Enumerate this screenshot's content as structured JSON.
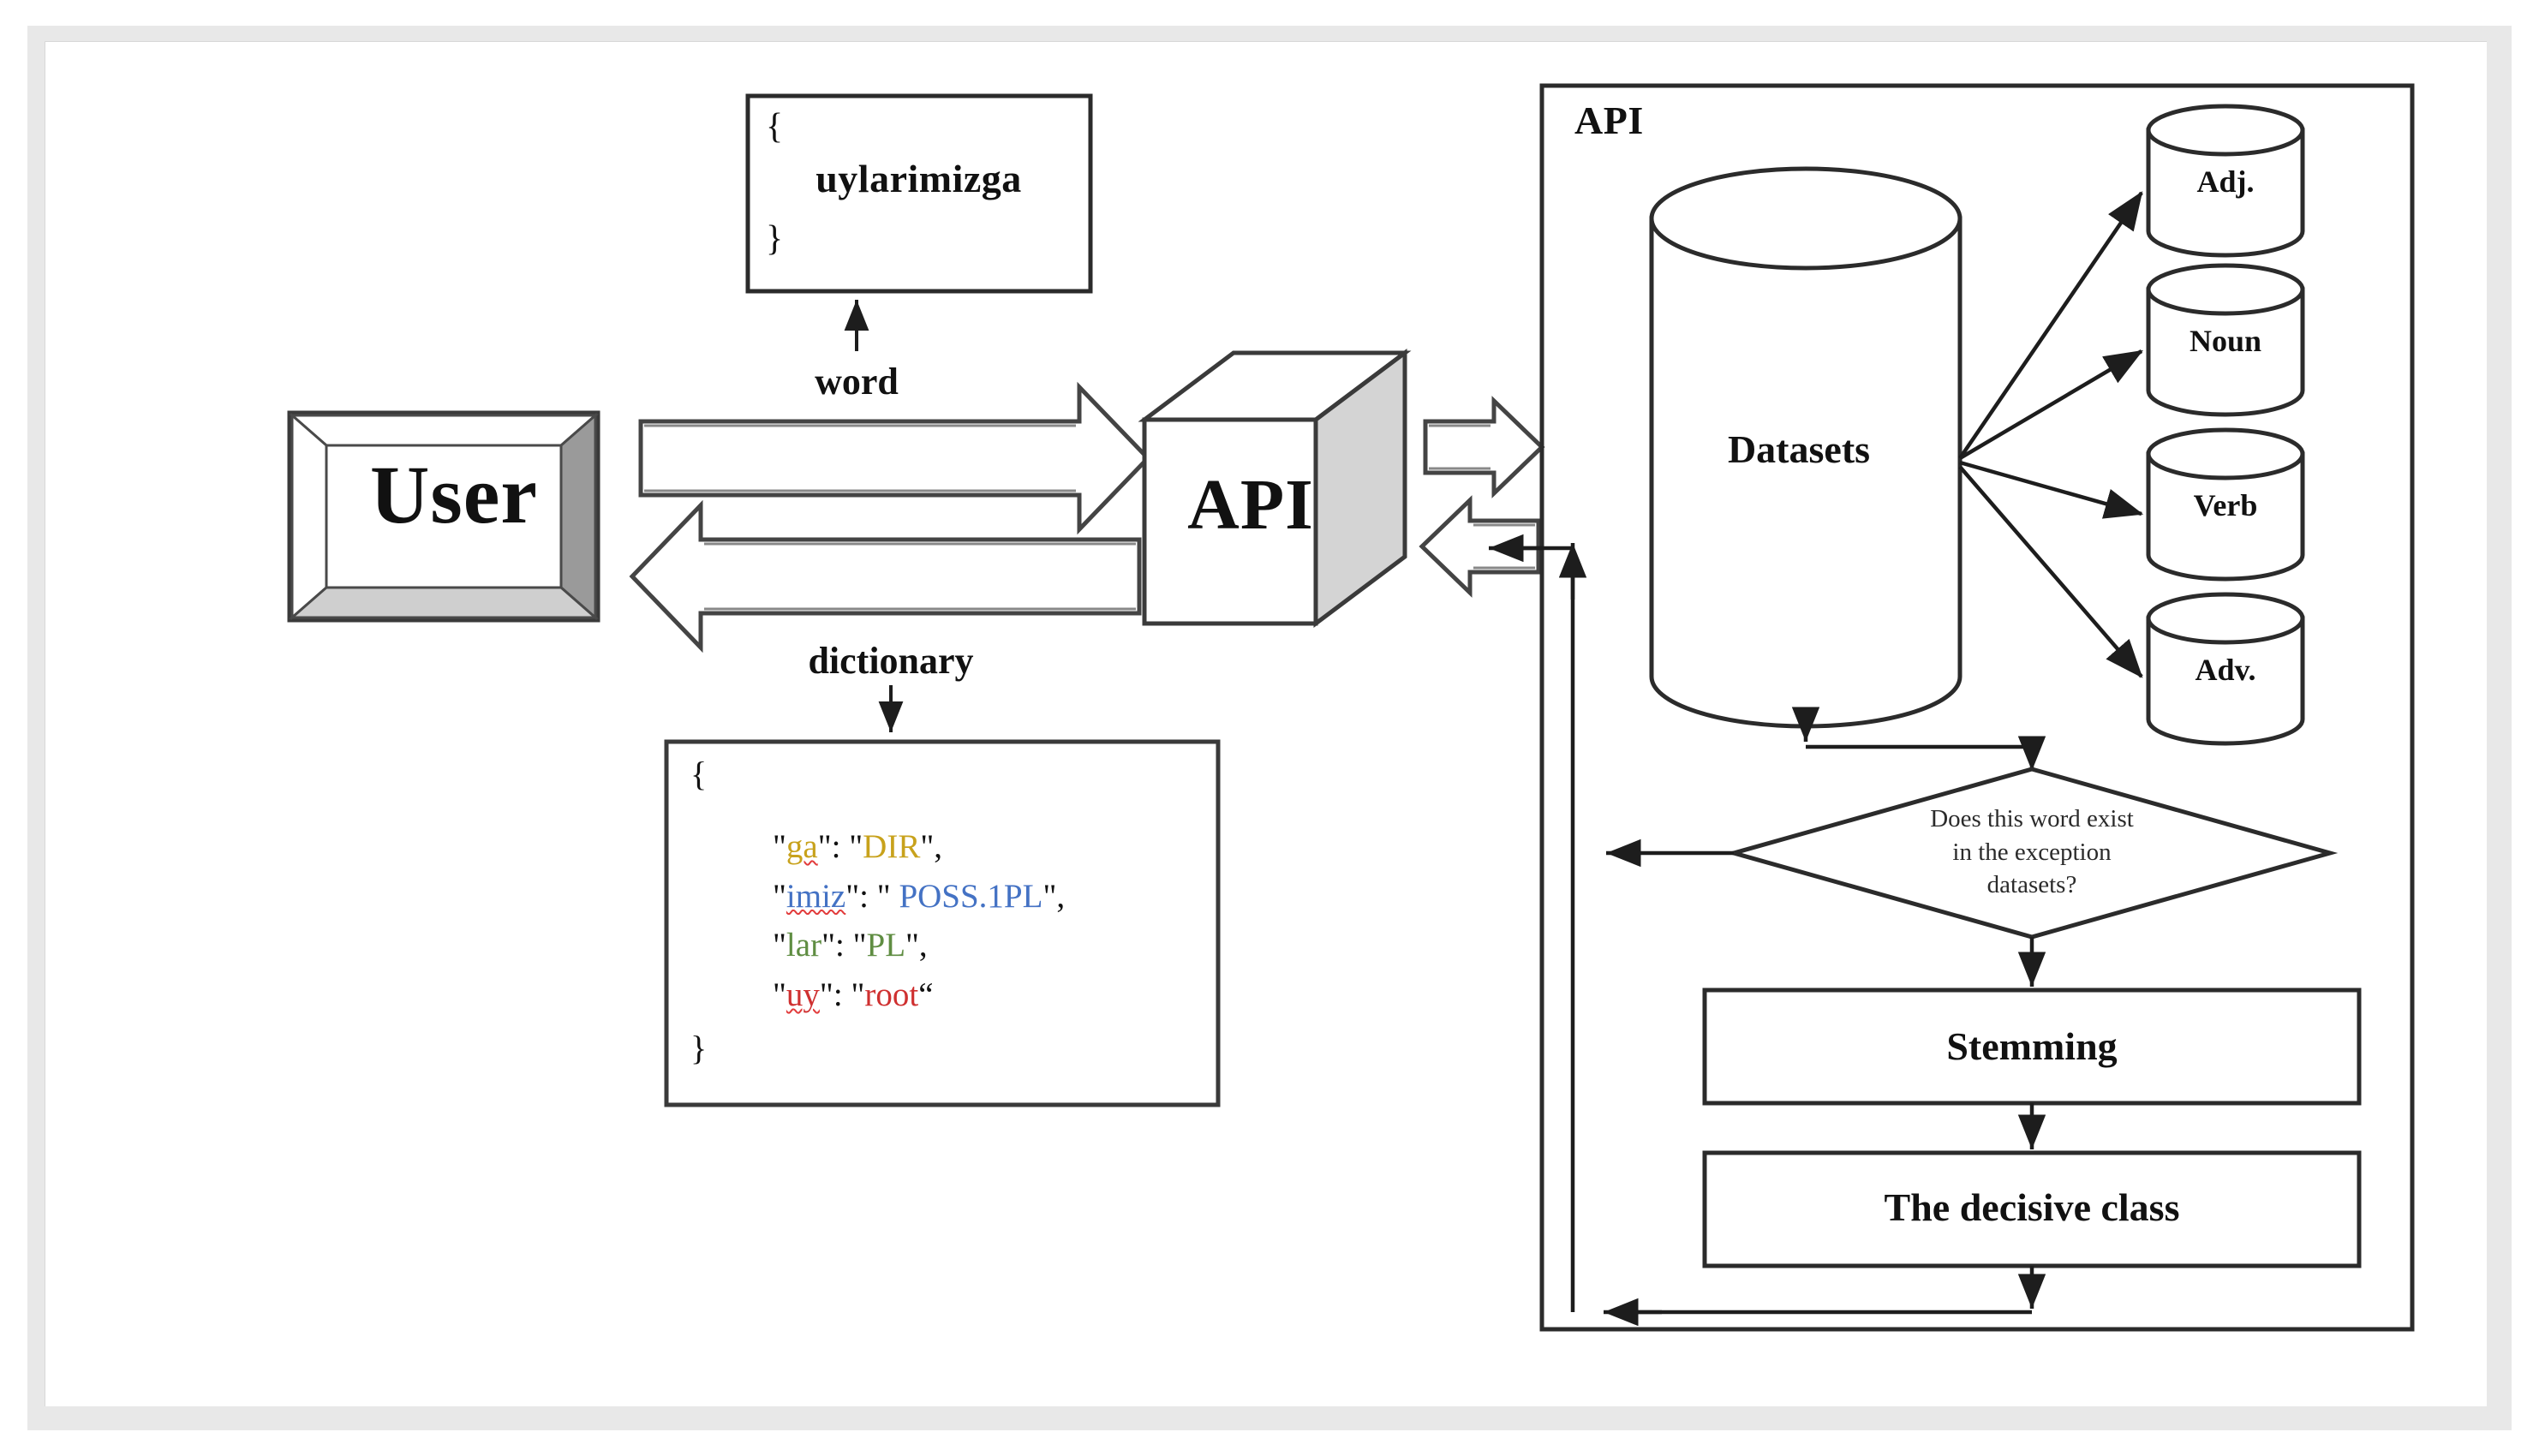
{
  "diagram": {
    "title_label": "API",
    "user_box": {
      "label": "User"
    },
    "api_cube": {
      "label": "API"
    },
    "flow_labels": {
      "request": "word",
      "response": "dictionary"
    },
    "word_box": {
      "open_brace": "{",
      "word": "uylarimizga",
      "close_brace": "}"
    },
    "dictionary_box": {
      "open_brace": "{",
      "close_brace": "}",
      "entries": [
        {
          "key": "ga",
          "value": "DIR",
          "color": "#c8a21c",
          "key_misspelled": true,
          "trailing": ","
        },
        {
          "key": "imiz",
          "value": " POSS.1PL",
          "color": "#4472c4",
          "key_misspelled": true,
          "trailing": ","
        },
        {
          "key": "lar",
          "value": "PL",
          "color": "#5f8d42",
          "key_misspelled": false,
          "trailing": ","
        },
        {
          "key": "uy",
          "value": "root",
          "color": "#cf3030",
          "key_misspelled": true,
          "trailing": ""
        }
      ]
    },
    "api_panel": {
      "label": "API",
      "datasets_cylinder": {
        "label": "Datasets"
      },
      "pos_cylinders": [
        {
          "label": "Adj."
        },
        {
          "label": "Noun"
        },
        {
          "label": "Verb"
        },
        {
          "label": "Adv."
        }
      ],
      "decision": {
        "line1": "Does this word exist",
        "line2": "in the exception",
        "line3": "datasets?"
      },
      "process_boxes": [
        {
          "label": "Stemming"
        },
        {
          "label": "The decisive class"
        }
      ]
    },
    "colors": {
      "stroke": "#222222",
      "cube_side": "#d4d4d4",
      "bevel_dark": "#9a9a9a",
      "bevel_light": "#cfcfcf",
      "frame_band": "#e8e8e8",
      "spell_underline": "#e23b3b"
    }
  }
}
